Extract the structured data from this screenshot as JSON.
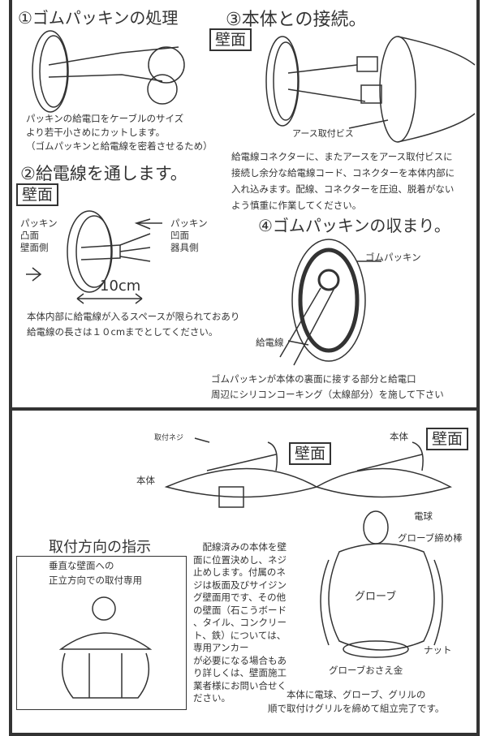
{
  "step1": {
    "title": "①ゴムパッキンの処理",
    "lines": [
      "パッキンの給電口をケーブルのサイズ",
      "より若干小さめにカットします。",
      "（ゴムパッキンと給電線を密着させるため）"
    ]
  },
  "step3": {
    "title": "③本体との接続。",
    "wall": "壁面",
    "earth_label": "アース取付ビス",
    "lines": [
      "給電線コネクターに、またアースをアース取付ビスに",
      "接続し余分な給電線コード、コネクターを本体内部に",
      "入れ込みます。配線、コネクターを圧迫、脱着がない",
      "よう慎重に作業してください。"
    ]
  },
  "step2": {
    "title": "②給電線を通します。",
    "wall": "壁面",
    "left_label": [
      "パッキン",
      "凸面",
      "壁面側"
    ],
    "right_label": [
      "パッキン",
      "凹面",
      "器具側"
    ],
    "length": "10cm",
    "lines": [
      "本体内部に給電線が入るスペースが限られておあり",
      "給電線の長さは１０cmまでとしてください。"
    ]
  },
  "step4": {
    "title": "④ゴムパッキンの収まり。",
    "packing_label": "ゴムパッキン",
    "cable_label": "給電線",
    "lines": [
      "ゴムパッキンが本体の裏面に接する部分と給電口",
      "周辺にシリコンコーキング（太線部分）を施して下さい"
    ]
  },
  "assembly": {
    "screw_label": "取付ネジ",
    "body_label_left": "本体",
    "wall_left": "壁面",
    "body_label_right": "本体",
    "wall_right": "壁面",
    "bulb": "電球",
    "globe_rod": "グローブ締め棒",
    "globe": "グローブ",
    "nut": "ナット",
    "globe_holder": "グローブおさえ金",
    "final_lines": [
      "本体に電球、グローブ、グリルの",
      "順で取付けグリルを締めて組立完了です。"
    ]
  },
  "direction": {
    "title": "取付方向の指示",
    "lines": [
      "垂直な壁面への",
      "正立方向での取付専用"
    ]
  },
  "mount_text": {
    "lines": [
      "　配線済みの本体を壁",
      "面に位置決めし、ネジ",
      "止めします。付属のネ",
      "ジは板面及びサイジン",
      "グ壁面用です、その他",
      "の壁面（石こうボード",
      "、タイル、コンクリー",
      "ト、鉄）については、",
      "専用アンカー",
      "が必要になる場合もあ",
      "り詳しくは、壁面施工",
      "業者様にお問い合せく",
      "ださい。"
    ]
  }
}
